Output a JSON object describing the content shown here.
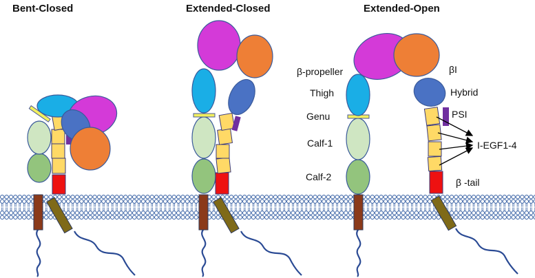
{
  "titles": {
    "bent": "Bent-Closed",
    "ext_closed": "Extended-Closed",
    "ext_open": "Extended-Open"
  },
  "labels": {
    "beta_propeller": "β-propeller",
    "beta_i": "βI",
    "thigh": "Thigh",
    "hybrid": "Hybrid",
    "genu": "Genu",
    "psi": "PSI",
    "calf1": "Calf-1",
    "i_egf": "I-EGF1-4",
    "calf2": "Calf-2",
    "beta_tail": "β -tail"
  },
  "colors": {
    "beta_propeller": "#d43ad8",
    "beta_i": "#ee7f36",
    "thigh": "#1aaee6",
    "hybrid": "#4a72c4",
    "genu": "#f2ef5e",
    "psi": "#7030a0",
    "calf1": "#cfe6c2",
    "calf2": "#93c47d",
    "egf": "#ffd966",
    "beta_tail": "#ee1111",
    "tm_alpha": "#8b3a1a",
    "tm_beta": "#7f6a18",
    "tail_line": "#2a4a94",
    "membrane": "#2f5aa0"
  }
}
